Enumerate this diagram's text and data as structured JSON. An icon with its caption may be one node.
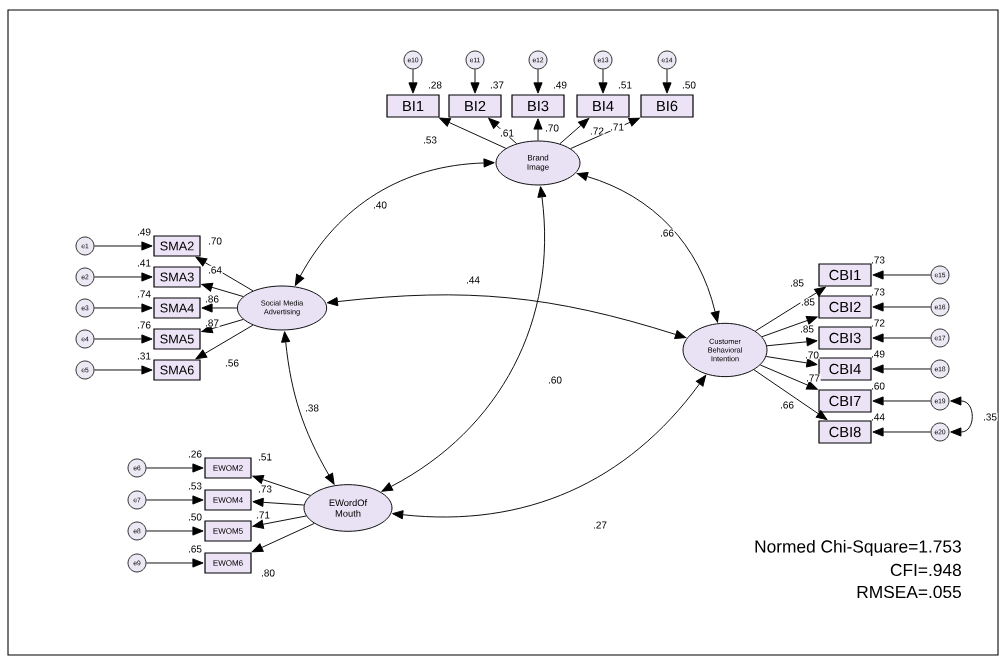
{
  "diagram": {
    "nodes": [
      {
        "text": [
          "e10"
        ]
      },
      {
        "text": [
          "e11"
        ]
      },
      {
        "text": [
          "e12"
        ]
      },
      {
        "text": [
          "e13"
        ]
      },
      {
        "text": [
          "e14"
        ]
      },
      {
        "text": [
          "BI1"
        ],
        "beside": [
          ".28"
        ]
      },
      {
        "text": [
          "BI2"
        ],
        "beside": [
          ".37"
        ]
      },
      {
        "text": [
          "BI3"
        ],
        "beside": [
          ".49"
        ]
      },
      {
        "text": [
          "BI4"
        ],
        "beside": [
          ".51"
        ]
      },
      {
        "text": [
          "BI6"
        ],
        "beside": [
          ".50"
        ]
      },
      {
        "text": [
          "Brand Image"
        ]
      },
      {
        "text": [
          "e1"
        ]
      },
      {
        "text": [
          "e2"
        ]
      },
      {
        "text": [
          "e3"
        ]
      },
      {
        "text": [
          "e4"
        ]
      },
      {
        "text": [
          "e5"
        ]
      },
      {
        "text": [
          "SMA2"
        ],
        "beside": [
          ".49"
        ]
      },
      {
        "text": [
          "SMA3"
        ],
        "beside": [
          ".41"
        ]
      },
      {
        "text": [
          "SMA4"
        ],
        "beside": [
          ".74"
        ]
      },
      {
        "text": [
          "SMA5"
        ],
        "beside": [
          ".76"
        ]
      },
      {
        "text": [
          "SMA6"
        ],
        "beside": [
          ".31"
        ]
      },
      {
        "text": [
          "Social Media Advertising"
        ]
      },
      {
        "text": [
          "CBI1"
        ],
        "beside": [
          ".73"
        ]
      },
      {
        "text": [
          "CBI2"
        ],
        "beside": [
          ".73"
        ]
      },
      {
        "text": [
          "CBI3"
        ],
        "beside": [
          ".72"
        ]
      },
      {
        "text": [
          "CBI4"
        ],
        "beside": [
          ".49"
        ]
      },
      {
        "text": [
          "CBI7"
        ],
        "beside": [
          ".60"
        ]
      },
      {
        "text": [
          "CBI8"
        ],
        "beside": [
          ".44"
        ]
      },
      {
        "text": [
          "Customer Behavioral Intention"
        ]
      },
      {
        "text": [
          "e15"
        ]
      },
      {
        "text": [
          "e16"
        ]
      },
      {
        "text": [
          "e17"
        ]
      },
      {
        "text": [
          "e18"
        ]
      },
      {
        "text": [
          "e19"
        ]
      },
      {
        "text": [
          "e20"
        ]
      },
      {
        "text": [
          "e6"
        ]
      },
      {
        "text": [
          "e7"
        ]
      },
      {
        "text": [
          "e8"
        ]
      },
      {
        "text": [
          "e9"
        ]
      },
      {
        "text": [
          "EWOM2"
        ],
        "beside": [
          ".26"
        ]
      },
      {
        "text": [
          "EWOM4"
        ],
        "beside": [
          ".53"
        ]
      },
      {
        "text": [
          "EWOM5"
        ],
        "beside": [
          ".50"
        ]
      },
      {
        "text": [
          "EWOM6"
        ],
        "beside": [
          ".65"
        ]
      },
      {
        "text": [
          "EWordOf Mouth"
        ]
      }
    ],
    "edges": [
      {
        "from": 0,
        "to": 5,
        "arrow": "to"
      },
      {
        "from": 1,
        "to": 6,
        "arrow": "to"
      },
      {
        "from": 2,
        "to": 7,
        "arrow": "to"
      },
      {
        "from": 3,
        "to": 8,
        "arrow": "to"
      },
      {
        "from": 4,
        "to": 9,
        "arrow": "to"
      },
      {
        "from": 10,
        "to": 5,
        "arrow": "to",
        "label": ".53"
      },
      {
        "from": 10,
        "to": 6,
        "arrow": "to",
        "label": ".61"
      },
      {
        "from": 10,
        "to": 7,
        "arrow": "to",
        "label": ".70"
      },
      {
        "from": 10,
        "to": 8,
        "arrow": "to",
        "label": ".72"
      },
      {
        "from": 10,
        "to": 9,
        "arrow": "to",
        "label": ".71"
      },
      {
        "from": 11,
        "to": 16,
        "arrow": "to"
      },
      {
        "from": 12,
        "to": 17,
        "arrow": "to"
      },
      {
        "from": 13,
        "to": 18,
        "arrow": "to"
      },
      {
        "from": 14,
        "to": 19,
        "arrow": "to"
      },
      {
        "from": 15,
        "to": 20,
        "arrow": "to"
      },
      {
        "from": 21,
        "to": 16,
        "arrow": "to",
        "label": ".70"
      },
      {
        "from": 21,
        "to": 17,
        "arrow": "to",
        "label": ".64"
      },
      {
        "from": 21,
        "to": 18,
        "arrow": "to",
        "label": ".86"
      },
      {
        "from": 21,
        "to": 19,
        "arrow": "to",
        "label": ".87"
      },
      {
        "from": 21,
        "to": 20,
        "arrow": "to",
        "label": ".56"
      },
      {
        "from": 28,
        "to": 22,
        "arrow": "to",
        "label": ".85"
      },
      {
        "from": 28,
        "to": 23,
        "arrow": "to",
        "label": ".85"
      },
      {
        "from": 28,
        "to": 24,
        "arrow": "to",
        "label": ".85"
      },
      {
        "from": 28,
        "to": 25,
        "arrow": "to",
        "label": ".70"
      },
      {
        "from": 28,
        "to": 26,
        "arrow": "to",
        "label": ".77"
      },
      {
        "from": 28,
        "to": 27,
        "arrow": "to",
        "label": ".66"
      },
      {
        "from": 29,
        "to": 22,
        "arrow": "to"
      },
      {
        "from": 30,
        "to": 23,
        "arrow": "to"
      },
      {
        "from": 31,
        "to": 24,
        "arrow": "to"
      },
      {
        "from": 32,
        "to": 25,
        "arrow": "to"
      },
      {
        "from": 33,
        "to": 26,
        "arrow": "to"
      },
      {
        "from": 34,
        "to": 27,
        "arrow": "to"
      },
      {
        "from": 33,
        "to": 34,
        "arrow": "both",
        "label": ".35"
      },
      {
        "from": 35,
        "to": 39,
        "arrow": "to"
      },
      {
        "from": 36,
        "to": 40,
        "arrow": "to"
      },
      {
        "from": 37,
        "to": 41,
        "arrow": "to"
      },
      {
        "from": 38,
        "to": 42,
        "arrow": "to"
      },
      {
        "from": 43,
        "to": 39,
        "arrow": "to",
        "label": ".51"
      },
      {
        "from": 43,
        "to": 40,
        "arrow": "to",
        "label": ".73"
      },
      {
        "from": 43,
        "to": 41,
        "arrow": "to",
        "label": ".71"
      },
      {
        "from": 43,
        "to": 42,
        "arrow": "to",
        "label": ".80"
      },
      {
        "from": 10,
        "to": 21,
        "arrow": "both",
        "label": ".40"
      },
      {
        "from": 10,
        "to": 28,
        "arrow": "both",
        "label": ".66"
      },
      {
        "from": 21,
        "to": 28,
        "arrow": "both",
        "label": ".44"
      },
      {
        "from": 10,
        "to": 43,
        "arrow": "both",
        "label": ".60"
      },
      {
        "from": 21,
        "to": 43,
        "arrow": "both",
        "label": ".38"
      },
      {
        "from": 43,
        "to": 28,
        "arrow": "both",
        "label": ".27"
      }
    ],
    "labels": [
      "Normed Chi-Square=1.753",
      "CFI=.948",
      "RMSEA=.055"
    ]
  }
}
